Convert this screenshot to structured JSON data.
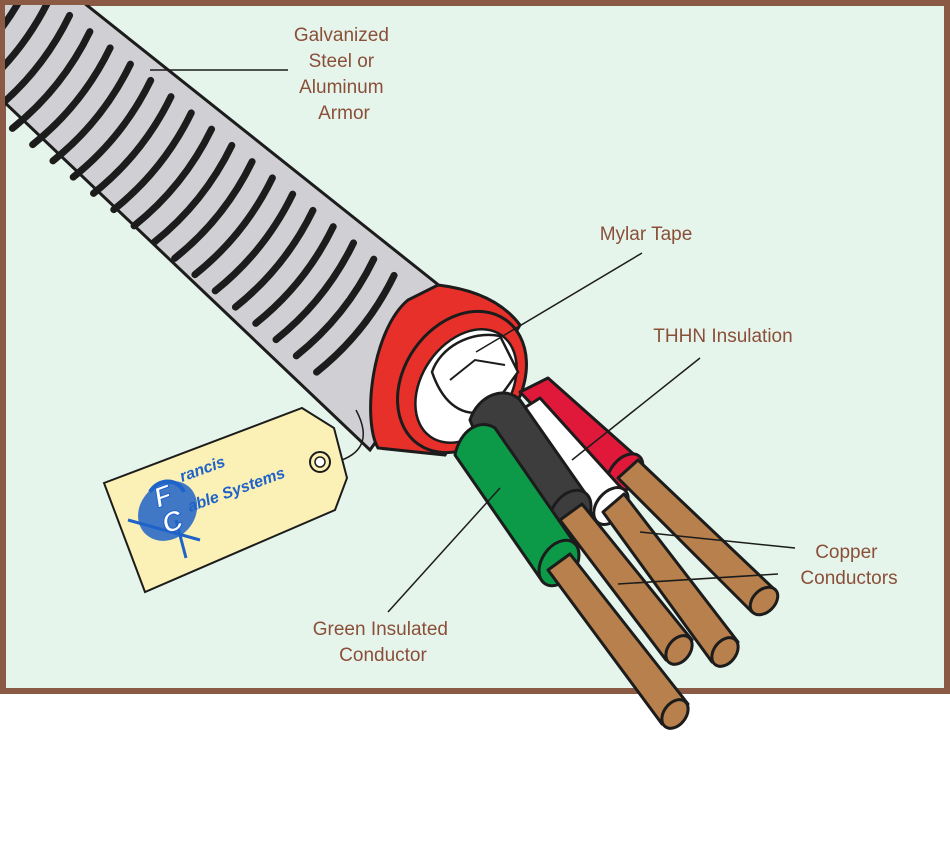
{
  "colors": {
    "frame": "#8a5a44",
    "background": "#e6f5ec",
    "label": "#8a4f38",
    "armor": "#cfcfd4",
    "armor_groove": "#1c1c1c",
    "bushing": "#e8302a",
    "mylar": "#ffffff",
    "green_wire": "#0d9a48",
    "black_wire": "#3d3d3d",
    "red_wire": "#e0183a",
    "white_wire": "#ffffff",
    "copper": "#b8804c",
    "tag": "#fbf0b5",
    "tag_logo": "#1f63c9"
  },
  "labels": {
    "armor": [
      "Galvanized",
      "Steel or",
      "Aluminum",
      "Armor"
    ],
    "mylar": [
      "Mylar Tape"
    ],
    "thhn": [
      "THHN Insulation"
    ],
    "copper": [
      "Copper",
      "Conductors"
    ],
    "green": [
      "Green Insulated",
      "Conductor"
    ]
  },
  "tag": {
    "line1": "rancis",
    "line2": "able Systems",
    "initial1": "F",
    "initial2": "C"
  }
}
